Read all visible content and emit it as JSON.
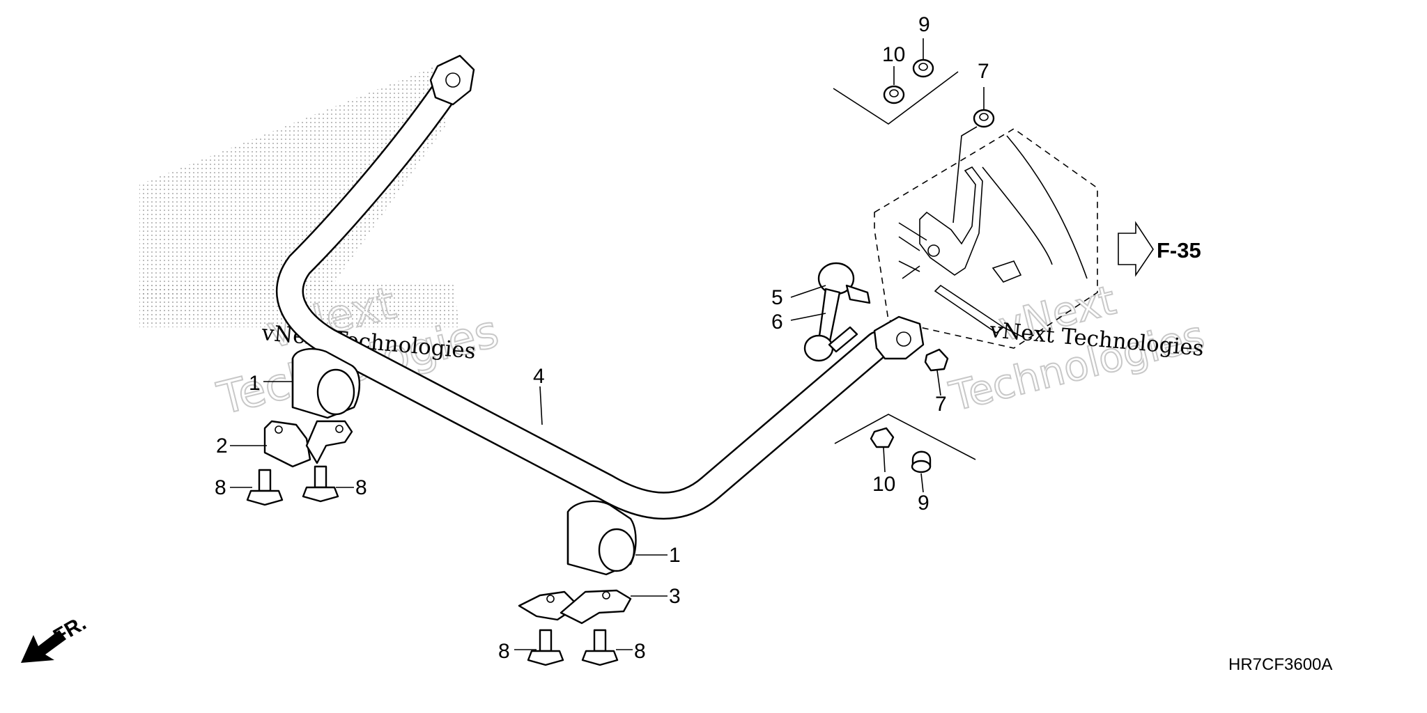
{
  "diagram": {
    "callouts": {
      "c1a": "1",
      "c1b": "1",
      "c2": "2",
      "c3": "3",
      "c4": "4",
      "c5": "5",
      "c6": "6",
      "c7a": "7",
      "c7b": "7",
      "c8a": "8",
      "c8b": "8",
      "c8c": "8",
      "c8d": "8",
      "c9a": "9",
      "c9b": "9",
      "c10a": "10",
      "c10b": "10"
    },
    "reference": "F-35",
    "front_label": "FR.",
    "drawing_code": "HR7CF3600A"
  },
  "watermarks": {
    "left_line1": "vNext Technologies",
    "left_hollow_a": "vNext",
    "left_hollow_b": "Technologies",
    "right_line1": "vNext Technologies",
    "right_hollow_a": "vNext",
    "right_hollow_b": "Technologies"
  }
}
